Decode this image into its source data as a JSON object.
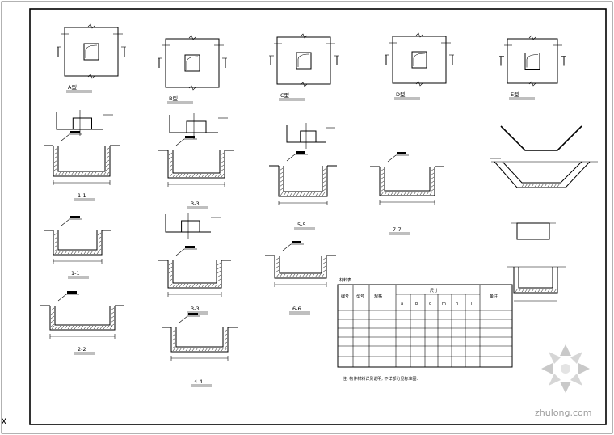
{
  "plan_views": [
    {
      "caption": "A型"
    },
    {
      "caption": "B型"
    },
    {
      "caption": "C型"
    },
    {
      "caption": "D型"
    },
    {
      "caption": "E型"
    }
  ],
  "sections": [
    {
      "caption": "1-1"
    },
    {
      "caption": "1-1"
    },
    {
      "caption": "2-2"
    },
    {
      "caption": "3-3"
    },
    {
      "caption": "3-3"
    },
    {
      "caption": "4-4"
    },
    {
      "caption": "5-5"
    },
    {
      "caption": "6-6"
    },
    {
      "caption": "7-7"
    }
  ],
  "schedule": {
    "title": "材料表",
    "headers": [
      "编号",
      "型号",
      "规格",
      "尺寸",
      "备注"
    ],
    "subheaders": [
      "a",
      "b",
      "c",
      "m",
      "h",
      "l"
    ],
    "note": "注: 构件材料详见说明, 不详部分见标准图."
  },
  "watermark": "zhulong.com",
  "corner_mark": "X"
}
